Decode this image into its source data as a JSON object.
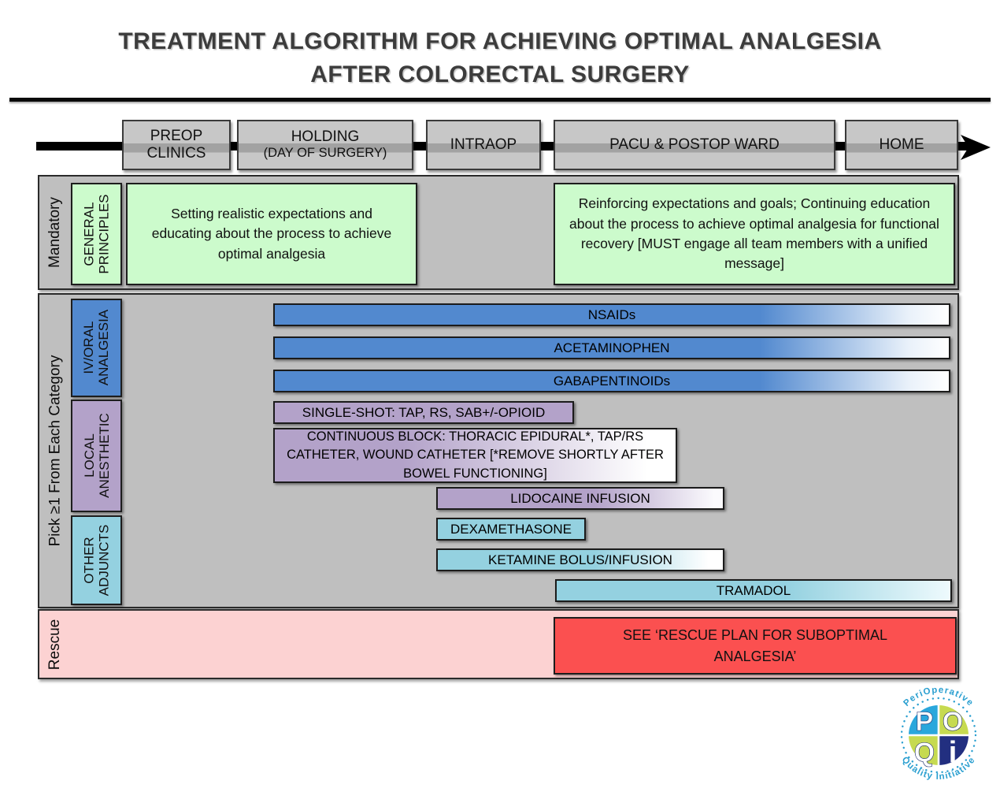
{
  "title": {
    "line1": "TREATMENT ALGORITHM FOR ACHIEVING OPTIMAL ANALGESIA",
    "line2": "AFTER COLORECTAL  SURGERY"
  },
  "timeline": {
    "stages": [
      {
        "label": "PREOP",
        "sublabel": "CLINICS"
      },
      {
        "label": "HOLDING",
        "sublabel": "(DAY OF SURGERY)"
      },
      {
        "label": "INTRAOP",
        "sublabel": ""
      },
      {
        "label": "PACU & POSTOP WARD",
        "sublabel": ""
      },
      {
        "label": "HOME",
        "sublabel": ""
      }
    ]
  },
  "sections": {
    "mandatory": {
      "row_label": "Mandatory",
      "category": {
        "line1": "GENERAL",
        "line2": "PRINCIPLES"
      },
      "box1": "Setting realistic expectations and educating about the process to achieve optimal analgesia",
      "box2": "Reinforcing expectations and goals; Continuing education about the process to achieve optimal analgesia for functional recovery [MUST engage all team members with a unified message]"
    },
    "pick": {
      "row_label": "Pick ≥1 From Each Category",
      "categories": [
        {
          "line1": "IV/ORAL",
          "line2": "ANALGESIA",
          "color": "#5289cf"
        },
        {
          "line1": "LOCAL",
          "line2": "ANESTHETIC",
          "color": "#b3a2c9"
        },
        {
          "line1": "OTHER",
          "line2": "ADJUNCTS",
          "color": "#94d1e0"
        }
      ],
      "bars": [
        {
          "label": "NSAIDs",
          "category": "iv-oral-analgesia"
        },
        {
          "label": "ACETAMINOPHEN",
          "category": "iv-oral-analgesia"
        },
        {
          "label": "GABAPENTINOIDs",
          "category": "iv-oral-analgesia"
        },
        {
          "label": "SINGLE-SHOT: TAP, RS, SAB+/-OPIOID",
          "category": "local-anesthetic"
        },
        {
          "label": "CONTINUOUS BLOCK: THORACIC EPIDURAL*, TAP/RS CATHETER, WOUND CATHETER [*REMOVE SHORTLY AFTER BOWEL FUNCTIONING]",
          "category": "local-anesthetic"
        },
        {
          "label": "LIDOCAINE INFUSION",
          "category": "local-anesthetic"
        },
        {
          "label": "DEXAMETHASONE",
          "category": "other-adjuncts"
        },
        {
          "label": "KETAMINE BOLUS/INFUSION",
          "category": "other-adjuncts"
        },
        {
          "label": "TRAMADOL",
          "category": "other-adjuncts"
        }
      ]
    },
    "rescue": {
      "row_label": "Rescue",
      "box_text": "SEE ‘RESCUE PLAN FOR SUBOPTIMAL ANALGESIA’"
    }
  },
  "logo": {
    "arc_top": "PeriOperative",
    "arc_bottom": "Quality Initiative",
    "letters": {
      "tl": "P",
      "tr": "O",
      "bl": "Q",
      "br": "i"
    }
  },
  "colors": {
    "iv_oral_blue": "#5289cf",
    "local_anesthetic_purple": "#b3a2c9",
    "other_adjuncts_cyan": "#94d1e0",
    "general_principles_green": "#ccfbcc",
    "rescue_pink": "#fcd2d2",
    "rescue_red": "#fb5050",
    "section_gray": "#bfbfbf",
    "logo_blue": "#2aa7dc",
    "logo_lime": "#c6da50",
    "logo_navy": "#222f80"
  }
}
